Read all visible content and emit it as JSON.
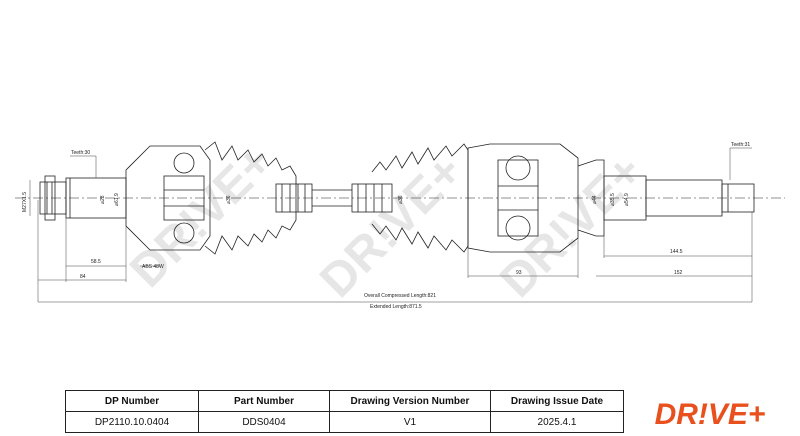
{
  "watermark": {
    "text": "DR!VE+"
  },
  "drawing": {
    "teeth_left": "Teeth:30",
    "teeth_right": "Teeth:31",
    "thread_left": "M27X1.5",
    "dim_left_shaft": "⌀28",
    "dim_left_boot_shaft": "⌀61.9",
    "dim_left_mid": "⌀36",
    "dim_middle": "⌀36",
    "dim_right_housing": "⌀44",
    "dim_right_spline": "⌀35.5",
    "dim_right_outer": "⌀54.9",
    "dim_58_5": "58.5",
    "abs_label": "ABS 48W",
    "dim_84": "84",
    "dim_93": "93",
    "dim_144_5": "144.5",
    "dim_152": "152",
    "overall_compressed": "Overall  Compressed  Length:821",
    "extended_length": "Extended  Length:871.5"
  },
  "title_block": {
    "headers": [
      "DP Number",
      "Part Number",
      "Drawing Version Number",
      "Drawing Issue Date"
    ],
    "values": [
      "DP2110.10.0404",
      "DDS0404",
      "V1",
      "2025.4.1"
    ]
  },
  "logo": {
    "text": "DR!VE+",
    "color": "#e8501e"
  },
  "colors": {
    "line": "#222222",
    "watermark": "#d8d8d8",
    "brand": "#e8501e"
  }
}
